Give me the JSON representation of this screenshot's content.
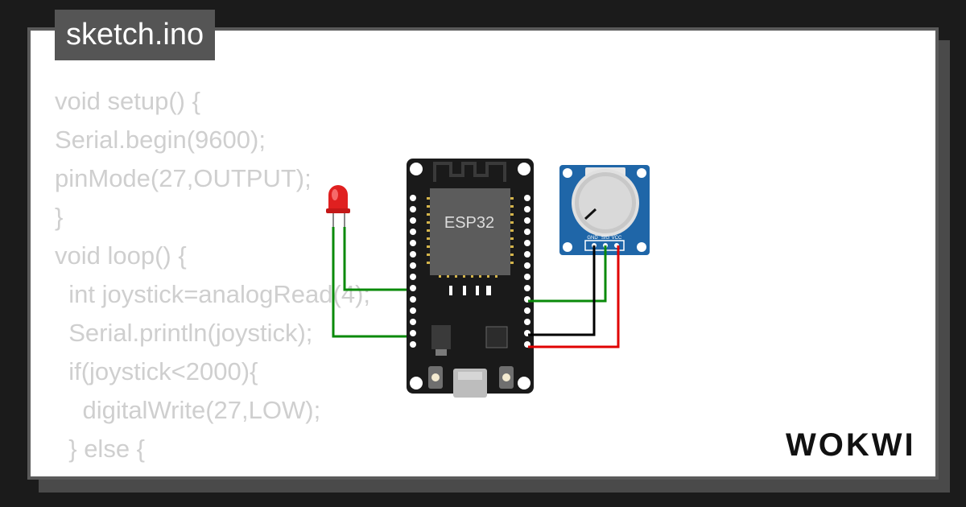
{
  "file_tab": {
    "label": "sketch.ino"
  },
  "code_lines": [
    "void setup() {",
    "Serial.begin(9600);",
    "pinMode(27,OUTPUT);",
    "}",
    "",
    "void loop() {",
    "  int joystick=analogRead(4);",
    "  Serial.println(joystick);",
    "  if(joystick<2000){",
    "    digitalWrite(27,LOW);",
    "  } else {"
  ],
  "board": {
    "chip_label": "ESP32"
  },
  "potentiometer": {
    "pins": [
      "GND",
      "SIG",
      "VCC"
    ]
  },
  "brand": {
    "logo": "WOKWI"
  },
  "colors": {
    "background": "#1b1b1b",
    "card": "#ffffff",
    "code_text": "#cfcfcf",
    "tab_bg": "#555555",
    "wire_green": "#0a8a0a",
    "wire_black": "#000000",
    "wire_red": "#e00000",
    "led_red": "#e02020",
    "pot_blue": "#1f66a8"
  }
}
